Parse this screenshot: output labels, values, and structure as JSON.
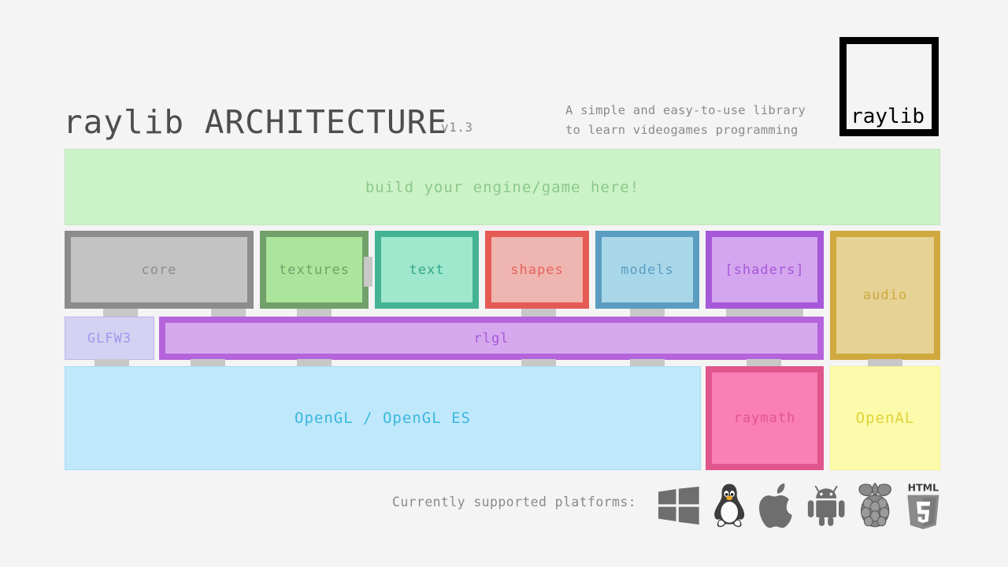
{
  "header": {
    "title_light": "raylib",
    "title_bold": " ARCHITECTURE",
    "version": "v1.3",
    "tagline_line1": "A simple and easy-to-use library",
    "tagline_line2": "to learn videogames programming"
  },
  "logo": {
    "text": "raylib",
    "border_color": "#000000"
  },
  "banner": {
    "label": "build your engine/game here!",
    "fill": "#ccf2c8",
    "text_color": "#8cc98a"
  },
  "modules": [
    {
      "id": "core",
      "label": "core",
      "fill": "#c3c3c3",
      "border": "#8c8c8c",
      "text": "#8c8c8c"
    },
    {
      "id": "textures",
      "label": "textures",
      "fill": "#abe59b",
      "border": "#72a06a",
      "text": "#72a06a"
    },
    {
      "id": "text",
      "label": "text",
      "fill": "#9fe8ce",
      "border": "#44b394",
      "text": "#34a58a"
    },
    {
      "id": "shapes",
      "label": "shapes",
      "fill": "#efb5b1",
      "border": "#e55b54",
      "text": "#e8635c"
    },
    {
      "id": "models",
      "label": "models",
      "fill": "#a9d7ea",
      "border": "#5a9dc0",
      "text": "#5a9dc0"
    },
    {
      "id": "shaders",
      "label": "[shaders]",
      "fill": "#d4a6ef",
      "border": "#a758d8",
      "text": "#a758d8"
    },
    {
      "id": "audio",
      "label": "audio",
      "fill": "#e6d295",
      "border": "#cfa93e",
      "text": "#cfa93e"
    }
  ],
  "middle_layer": [
    {
      "id": "glfw3",
      "label": "GLFW3",
      "fill": "#d4d2f2",
      "border": "#b9b6e8",
      "text": "#9f9aee"
    },
    {
      "id": "rlgl",
      "label": "rlgl",
      "fill": "#d6a9ee",
      "border": "#b564dc",
      "text": "#a758d8"
    }
  ],
  "bottom_layer": [
    {
      "id": "opengl",
      "label": "OpenGL / OpenGL ES",
      "fill": "#bfe8fa",
      "border": "#a7def5",
      "text": "#3ab7e0"
    },
    {
      "id": "raymath",
      "label": "raymath",
      "fill": "#f97fb5",
      "border": "#e0558c",
      "text": "#e0558c"
    },
    {
      "id": "openal",
      "label": "OpenAL",
      "fill": "#fbfbab",
      "border": "#f5f58b",
      "text": "#e0d23a"
    }
  ],
  "footer": {
    "platforms_label": "Currently supported platforms:",
    "icons": [
      {
        "name": "windows-icon",
        "title": "Windows"
      },
      {
        "name": "linux-tux-icon",
        "title": "Linux"
      },
      {
        "name": "apple-icon",
        "title": "macOS"
      },
      {
        "name": "android-icon",
        "title": "Android"
      },
      {
        "name": "raspberry-pi-icon",
        "title": "Raspberry Pi"
      },
      {
        "name": "html5-icon",
        "title": "HTML5",
        "wordmark": "HTML",
        "numeral": "5"
      }
    ]
  },
  "theme": {
    "background": "#f4f4f4",
    "connector": "#c8c8c8",
    "muted_text": "#8a8a8a",
    "title_text": "#4d4d4d"
  }
}
